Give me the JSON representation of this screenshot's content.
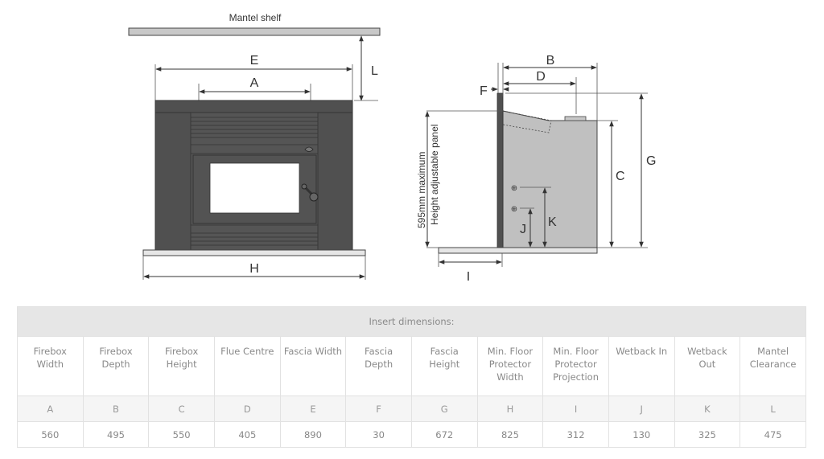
{
  "diagram": {
    "mantel_label": "Mantel shelf",
    "side_note_line1": "595mm maximum",
    "side_note_line2": "Height adjustable panel",
    "dimension_letters": [
      "A",
      "B",
      "C",
      "D",
      "E",
      "F",
      "G",
      "H",
      "I",
      "J",
      "K",
      "L"
    ],
    "colors": {
      "fascia": "#505050",
      "body": "#c0c0c0",
      "shelf": "#c8c8c8",
      "hearth": "#e6e6e6",
      "line": "#333333"
    }
  },
  "table": {
    "title": "Insert dimensions:",
    "headers": [
      "Firebox Width",
      "Firebox Depth",
      "Firebox Height",
      "Flue Centre",
      "Fascia Width",
      "Fascia Depth",
      "Fascia Height",
      "Min. Floor Protector Width",
      "Min. Floor Protector Projection",
      "Wetback In",
      "Wetback Out",
      "Mantel Clearance"
    ],
    "letters": [
      "A",
      "B",
      "C",
      "D",
      "E",
      "F",
      "G",
      "H",
      "I",
      "J",
      "K",
      "L"
    ],
    "values": [
      "560",
      "495",
      "550",
      "405",
      "890",
      "30",
      "672",
      "825",
      "312",
      "130",
      "325",
      "475"
    ]
  }
}
